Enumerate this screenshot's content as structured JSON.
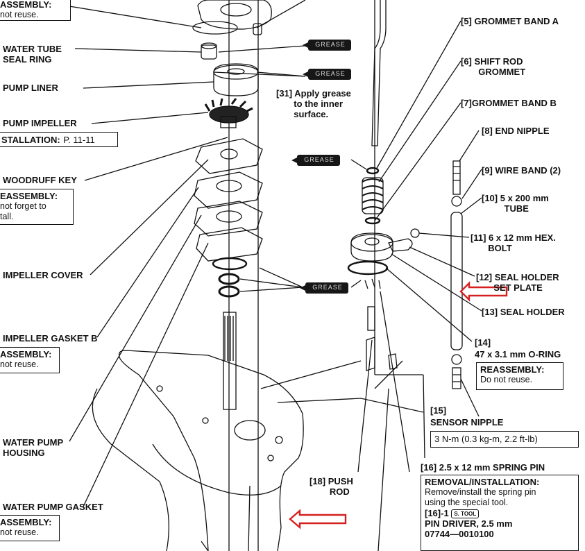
{
  "labels": {
    "reassembly_top": "ASSEMBLY:",
    "reassembly_top_note": "not reuse.",
    "water_tube_seal_ring": "WATER TUBE\nSEAL RING",
    "pump_liner": "PUMP LINER",
    "pump_impeller": "PUMP IMPELLER",
    "installation": "STALLATION:",
    "installation_ref": "P. 11-11",
    "woodruff_key": "WOODRUFF KEY",
    "reassembly_key": "EASSEMBLY:",
    "reassembly_key_note": "not forget to\ntall.",
    "impeller_cover": "IMPELLER COVER",
    "impeller_gasket_b": "IMPELLER GASKET B",
    "reassembly_gasket": "ASSEMBLY:",
    "reassembly_gasket_note": "not reuse.",
    "water_pump_housing": "WATER PUMP\nHOUSING",
    "water_pump_gasket": "WATER PUMP GASKET",
    "reassembly_pump_gasket": "ASSEMBLY:",
    "reassembly_pump_gasket_note": "not reuse.",
    "apply_grease": "[31] Apply grease\n       to the inner\n       surface.",
    "grommet_band_a": "[5] GROMMET BAND A",
    "shift_rod_grommet": "[6] SHIFT ROD\n       GROMMET",
    "grommet_band_b": "[7]GROMMET BAND B",
    "end_nipple": "[8] END NIPPLE",
    "wire_band": "[9] WIRE BAND (2)",
    "tube": "[10] 5 x 200 mm\n         TUBE",
    "hex_bolt": "[11] 6 x 12 mm HEX.\n       BOLT",
    "seal_holder_set_plate": "[12] SEAL HOLDER\n       SET PLATE",
    "seal_holder": "[13] SEAL HOLDER",
    "o_ring_num": "[14]",
    "o_ring": "47 x 3.1 mm O-RING",
    "reassembly_oring": "REASSEMBLY:",
    "reassembly_oring_note": "Do not reuse.",
    "sensor_nipple_num": "[15]",
    "sensor_nipple": "SENSOR NIPPLE",
    "torque": "3 N-m (0.3 kg-m, 2.2 ft-lb)",
    "spring_pin": "[16] 2.5 x 12 mm SPRING PIN",
    "removal_installation": "REMOVAL/INSTALLATION:",
    "removal_note": "Remove/install the spring pin\nusing the special tool.",
    "tool_ref": "[16]-1",
    "tool_badge": "S. TOOL",
    "pin_driver": "PIN DRIVER, 2.5 mm",
    "part_number": "07744—0010100",
    "push_rod": "[18] PUSH\n        ROD"
  },
  "grease_tag": "GREASE",
  "colors": {
    "ink": "#111111",
    "arrow_red": "#d42020",
    "grease_tube": "#161616"
  }
}
